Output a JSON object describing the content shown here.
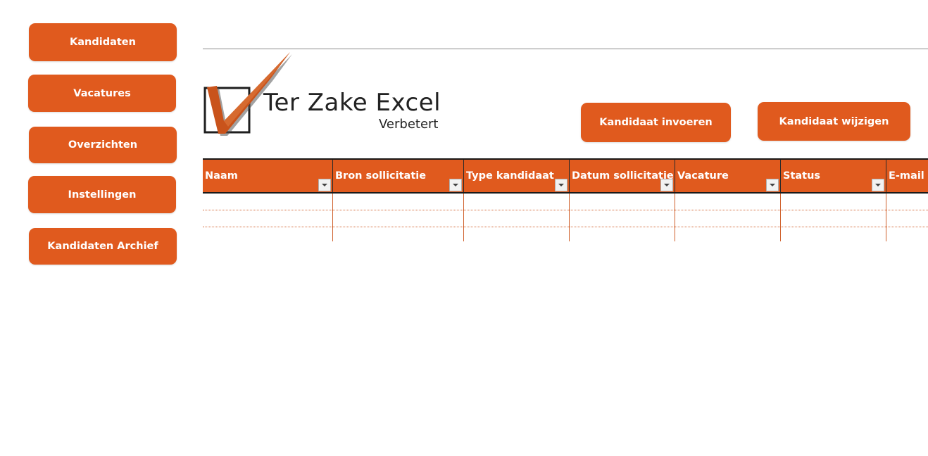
{
  "sidebar": {
    "items": [
      {
        "label": "Kandidaten"
      },
      {
        "label": "Vacatures"
      },
      {
        "label": "Overzichten"
      },
      {
        "label": "Instellingen"
      },
      {
        "label": "Kandidaten Archief"
      }
    ]
  },
  "brand": {
    "title": "Ter Zake Excel",
    "subtitle": "Verbetert"
  },
  "actions": {
    "add_label": "Kandidaat invoeren",
    "edit_label": "Kandidaat wijzigen"
  },
  "table": {
    "columns": [
      "Naam",
      "Bron sollicitatie",
      "Type kandidaat",
      "Datum sollicitatie",
      "Vacature",
      "Status",
      "E-mail"
    ],
    "rows": [
      [
        "",
        "",
        "",
        "",
        "",
        "",
        ""
      ],
      [
        "",
        "",
        "",
        "",
        "",
        "",
        ""
      ],
      [
        "",
        "",
        "",
        "",
        "",
        "",
        ""
      ]
    ]
  },
  "colors": {
    "accent": "#E05A1E",
    "text_on_accent": "#FFFFFF",
    "logo_check": "#C9531B"
  },
  "icons": {
    "logo": "checkbox-check-logo-icon",
    "filter": "filter-dropdown-icon"
  }
}
